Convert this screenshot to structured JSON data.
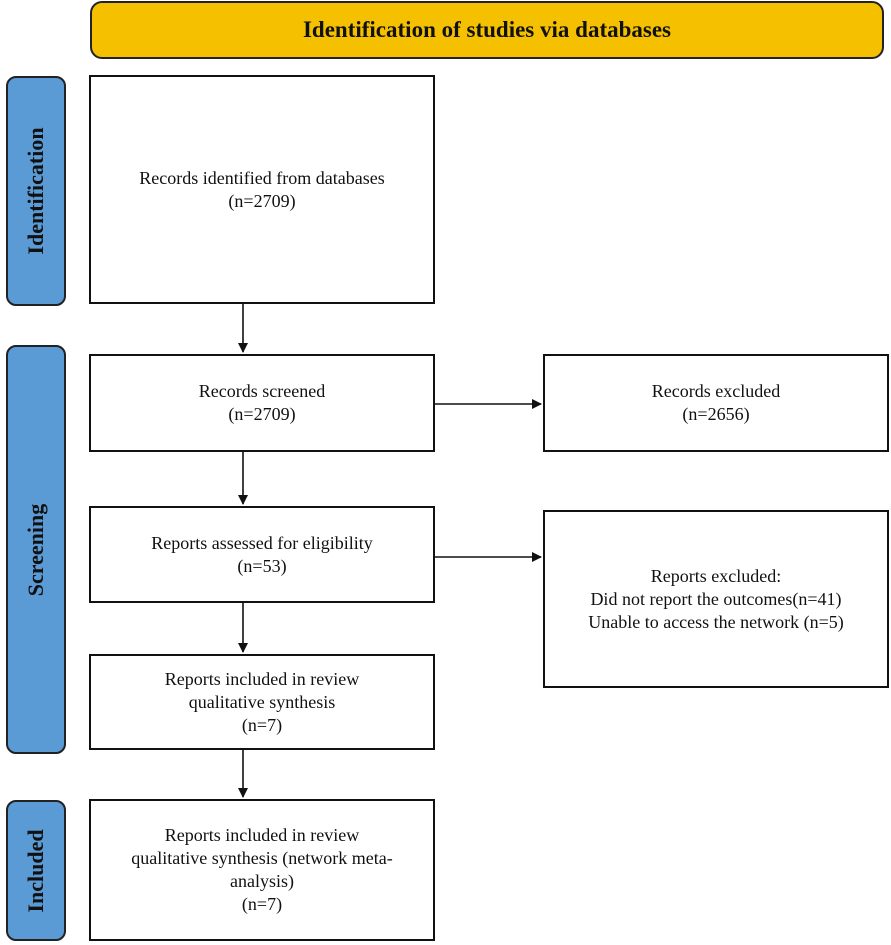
{
  "colors": {
    "banner_fill": "#f5c000",
    "stage_fill": "#5b9bd5",
    "border": "#222222",
    "arrow": "#111111"
  },
  "header": {
    "title": "Identification of studies via databases"
  },
  "stages": {
    "identification": "Identification",
    "screening": "Screening",
    "included": "Included"
  },
  "boxes": {
    "records_identified": {
      "label": "Records identified from databases",
      "count": "(n=2709)"
    },
    "records_screened": {
      "label": "Records screened",
      "count": "(n=2709)"
    },
    "records_excluded": {
      "label": "Records excluded",
      "count": "(n=2656)"
    },
    "reports_assessed": {
      "label": "Reports assessed for eligibility",
      "count": "(n=53)"
    },
    "reports_excluded": {
      "label": "Reports excluded:",
      "reason_1": "Did not report the outcomes(n=41)",
      "reason_2": "Unable to access the network (n=5)"
    },
    "reports_included_review": {
      "line_1": "Reports included in review",
      "line_2": "qualitative synthesis",
      "count": "(n=7)"
    },
    "reports_included_nma": {
      "line_1": "Reports included in review",
      "line_2": "qualitative synthesis (network meta-",
      "line_3": "analysis)",
      "count": "(n=7)"
    }
  }
}
